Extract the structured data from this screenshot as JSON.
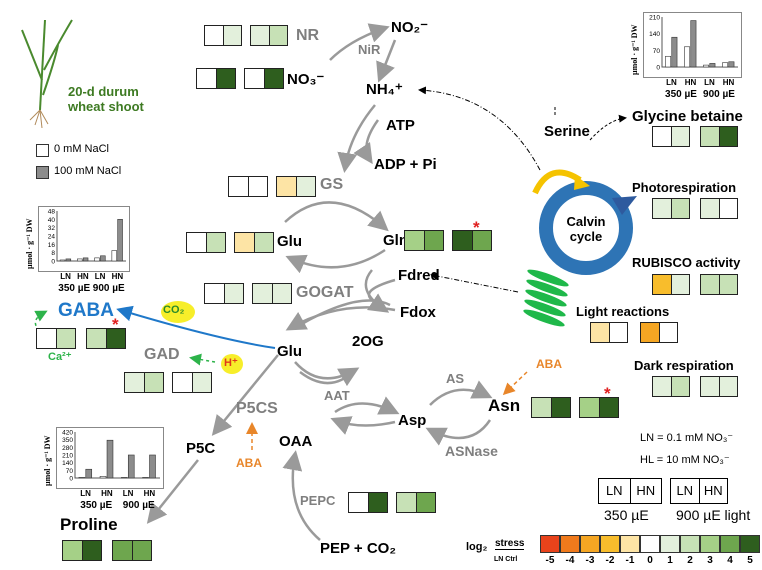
{
  "colors": {
    "c0": "#ffffff",
    "c1": "#e3f0dc",
    "c2": "#c7e1b6",
    "c3": "#a5d087",
    "c4": "#6ea64e",
    "c5": "#2e5e1e",
    "n1": "#fde4a5",
    "n2": "#f8bd2c",
    "n3": "#f5a623",
    "n4": "#f07a1c",
    "n5": "#e8431b",
    "gaba": "#1f78c9",
    "aba": "#e8862a",
    "ca": "#2db34a",
    "light": "#23b24b",
    "grey": "#8c8c8c"
  },
  "shoot": {
    "label": "20-d durum wheat shoot"
  },
  "legend_nacl": {
    "zero": "0 mM NaCl",
    "hundred": "100 mM NaCl"
  },
  "nodes": {
    "nr": "NR",
    "no2": "NO₂⁻",
    "nir": "NiR",
    "no3": "NO₃⁻",
    "nh4": "NH₄⁺",
    "atp": "ATP",
    "adp": "ADP + Pi",
    "gs": "GS",
    "glu1": "Glu",
    "gln": "Gln",
    "fdred": "Fdred",
    "fdox": "Fdox",
    "gogat": "GOGAT",
    "gaba": "GABA",
    "co2": "CO₂",
    "hplus": "H⁺",
    "ca": "Ca²⁺",
    "gad": "GAD",
    "glu2": "Glu",
    "twoog": "2OG",
    "p5cs": "P5CS",
    "aba1": "ABA",
    "p5c": "P5C",
    "oaa": "OAA",
    "aat": "AAT",
    "asp": "Asp",
    "as": "AS",
    "asn": "Asn",
    "asnase": "ASNase",
    "aba2": "ABA",
    "pepc": "PEPC",
    "pep": "PEP + CO₂",
    "proline": "Proline",
    "serine": "Serine",
    "glycine": "Glycine betaine",
    "calvin1": "Calvin",
    "calvin2": "cycle",
    "photoresp": "Photorespiration",
    "rubisco": "RUBISCO activity",
    "lightreac": "Light reactions",
    "darkresp": "Dark respiration",
    "star": "*"
  },
  "notes": {
    "ln": "LN = 0.1 mM NO₃⁻",
    "hl": "HL = 10 mM NO₃⁻",
    "cond350": "350 µE",
    "cond900": "900 µE light",
    "ln_short": "LN",
    "hn_short": "HN",
    "log_label": "log₂",
    "stress": "stress",
    "lnctrl": "LN Ctrl"
  },
  "scale": {
    "values": [
      "-5",
      "-4",
      "-3",
      "-2",
      "-1",
      "0",
      "1",
      "2",
      "3",
      "4",
      "5"
    ]
  },
  "heatmaps": {
    "nr": [
      [
        "c0",
        "c1"
      ],
      [
        "c1",
        "c2"
      ]
    ],
    "no3": [
      [
        "c0",
        "c5"
      ],
      [
        "c0",
        "c5"
      ]
    ],
    "gs": [
      [
        "c0",
        "c0"
      ],
      [
        "n1",
        "c1"
      ]
    ],
    "glu1": [
      [
        "c0",
        "c2"
      ],
      [
        "n1",
        "c2"
      ]
    ],
    "gln": [
      [
        "c3",
        "c4"
      ],
      [
        "c5",
        "c4"
      ]
    ],
    "gogat": [
      [
        "c0",
        "c1"
      ],
      [
        "c1",
        "c1"
      ]
    ],
    "gaba": [
      [
        "c0",
        "c2"
      ],
      [
        "c2",
        "c5"
      ]
    ],
    "gad": [
      [
        "c1",
        "c2"
      ],
      [
        "c0",
        "c1"
      ]
    ],
    "asn": [
      [
        "c2",
        "c5"
      ],
      [
        "c3",
        "c5"
      ]
    ],
    "pepc": [
      [
        "c0",
        "c5"
      ],
      [
        "c2",
        "c4"
      ]
    ],
    "proline": [
      [
        "c3",
        "c5"
      ],
      [
        "c4",
        "c4"
      ]
    ],
    "glycine": [
      [
        "c0",
        "c1"
      ],
      [
        "c2",
        "c5"
      ]
    ],
    "photoresp": [
      [
        "c1",
        "c2"
      ],
      [
        "c1",
        "c0"
      ]
    ],
    "rubisco": [
      [
        "n2",
        "c1"
      ],
      [
        "c2",
        "c2"
      ]
    ],
    "lightreac": [
      [
        "n1",
        "c0"
      ],
      [
        "n3",
        "c0"
      ]
    ],
    "darkresp": [
      [
        "c1",
        "c2"
      ],
      [
        "c1",
        "c1"
      ]
    ]
  },
  "chart_data": [
    {
      "type": "bar",
      "title": "Glycine betaine",
      "ylabel": "µmol · g⁻¹ DW",
      "ylim": [
        0,
        210
      ],
      "yticks": [
        "0",
        "70",
        "140",
        "210"
      ],
      "categories": [
        "LN",
        "HN",
        "LN",
        "HN"
      ],
      "groups": [
        "350 µE",
        "900 µE"
      ],
      "series": [
        {
          "name": "0 mM NaCl",
          "values": [
            45,
            85,
            8,
            18
          ]
        },
        {
          "name": "100 mM NaCl",
          "values": [
            125,
            195,
            15,
            22
          ]
        }
      ]
    },
    {
      "type": "bar",
      "title": "GABA",
      "ylabel": "µmol · g⁻¹ DW",
      "ylim": [
        0,
        48
      ],
      "yticks": [
        "0",
        "8",
        "16",
        "24",
        "32",
        "40",
        "48"
      ],
      "categories": [
        "LN",
        "HN",
        "LN",
        "HN"
      ],
      "groups": [
        "350 µE",
        "900 µE"
      ],
      "series": [
        {
          "name": "0 mM NaCl",
          "values": [
            1,
            2,
            3,
            10
          ]
        },
        {
          "name": "100 mM NaCl",
          "values": [
            2,
            3,
            5,
            40
          ]
        }
      ]
    },
    {
      "type": "bar",
      "title": "Proline",
      "ylabel": "µmol · g⁻¹ DW",
      "ylim": [
        0,
        420
      ],
      "yticks": [
        "0",
        "70",
        "140",
        "210",
        "280",
        "350",
        "420"
      ],
      "categories": [
        "LN",
        "HN",
        "LN",
        "HN"
      ],
      "groups": [
        "350 µE",
        "900 µE"
      ],
      "series": [
        {
          "name": "0 mM NaCl",
          "values": [
            5,
            15,
            5,
            5
          ]
        },
        {
          "name": "100 mM NaCl",
          "values": [
            80,
            345,
            210,
            210
          ]
        }
      ]
    }
  ]
}
